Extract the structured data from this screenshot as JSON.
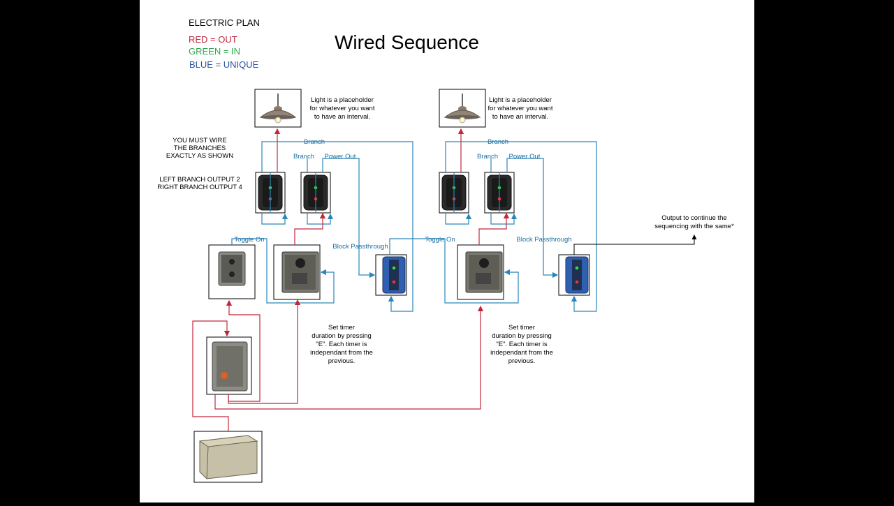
{
  "legend": {
    "heading": "ELECTRIC PLAN",
    "red": "RED = OUT",
    "green": "GREEN = IN",
    "blue": "BLUE = UNIQUE"
  },
  "title": "Wired Sequence",
  "notes": {
    "light_1": [
      "Light is a placeholder",
      "for whatever you want",
      "to have an interval."
    ],
    "light_2": [
      "Light is a placeholder",
      "for whatever you want",
      "to have an interval."
    ],
    "must_wire": [
      "YOU MUST WIRE",
      "THE BRANCHES",
      "EXACTLY AS SHOWN"
    ],
    "branch_outputs": [
      "LEFT BRANCH OUTPUT 2",
      "RIGHT BRANCH OUTPUT 4"
    ],
    "timer_1": [
      "Set timer",
      "duration by pressing",
      "\"E\". Each timer is",
      "independant from the",
      "previous."
    ],
    "timer_2": [
      "Set timer",
      "duration by pressing",
      "\"E\". Each timer is",
      "independant from the",
      "previous."
    ],
    "output": [
      "Output to continue the",
      "sequencing with the same*"
    ]
  },
  "wire_labels": {
    "branch": "Branch",
    "power_out": "Power Out",
    "toggle_on": "Toggle On",
    "block_passthrough": "Block Passthrough"
  },
  "colors": {
    "out": "#c0283a",
    "in": "#2aa84a",
    "unique": "#2d4fa0",
    "wire_blue": "#2a86b8"
  },
  "icons": [
    "ceiling-light-icon",
    "branch-switch-icon",
    "toggle-switch-icon",
    "timer-switch-icon",
    "blocker-icon",
    "electric-fuse-icon",
    "generator-icon"
  ]
}
